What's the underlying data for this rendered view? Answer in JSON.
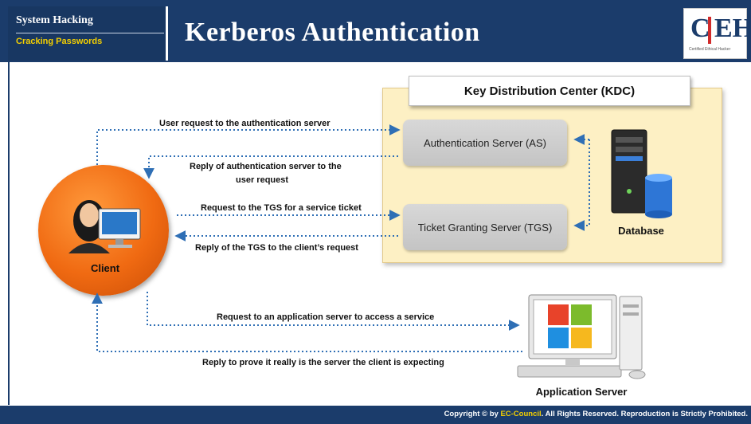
{
  "header": {
    "topic": "System Hacking",
    "subtopic": "Cracking Passwords",
    "title": "Kerberos Authentication",
    "logo_text_c": "C",
    "logo_text_eh": "EH",
    "logo_small": "Certified Ethical Hacker"
  },
  "kdc": {
    "title": "Key Distribution Center (KDC)",
    "as_label": "Authentication Server (AS)",
    "tgs_label": "Ticket Granting Server (TGS)",
    "database_label": "Database"
  },
  "client": {
    "label": "Client"
  },
  "app_server": {
    "label": "Application Server"
  },
  "messages": {
    "m1": "User request to the authentication server",
    "m2_line1": "Reply of authentication server to the",
    "m2_line2": "user request",
    "m3": "Request to the TGS for a service ticket",
    "m4": "Reply of the TGS to the client’s request",
    "m5": "Request to an application server to access a service",
    "m6": "Reply to prove it really is the server the client is expecting"
  },
  "footer": {
    "prefix": "Copyright © by ",
    "brand": "EC-Council",
    "suffix": ". All Rights Reserved. Reproduction is Strictly Prohibited."
  },
  "colors": {
    "header_bg": "#1b3c6b",
    "accent_yellow": "#f5d000",
    "arrow_blue": "#2f6fb5",
    "kdc_fill": "#fdf0c4",
    "client_orange": "#f06a12"
  }
}
